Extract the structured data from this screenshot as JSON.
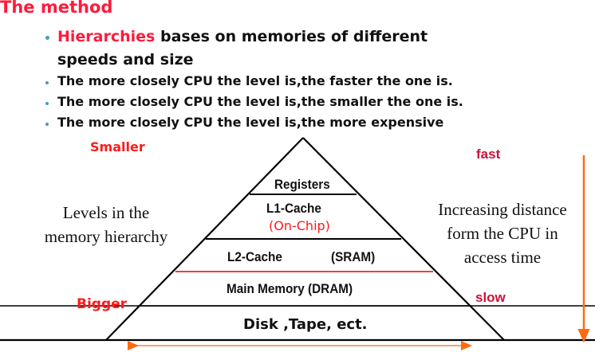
{
  "title": "The method",
  "bullets": {
    "main": {
      "highlight": "Hierarchies",
      "rest_line1": " bases on memories of different",
      "line2": "speeds and size"
    },
    "sub": [
      "The more closely CPU the level is,the faster the one is.",
      "The more closely CPU the level is,the smaller the one is.",
      "The more closely CPU the level is,the more  expensive"
    ]
  },
  "diagram": {
    "top_label": "Smaller",
    "bottom_label": "Bigger",
    "speed_top": "fast",
    "speed_bottom": "slow",
    "left_caption": [
      "Levels in the",
      "memory hierarchy"
    ],
    "right_caption": [
      "Increasing distance",
      "form the CPU in",
      "access time"
    ],
    "levels": [
      {
        "name": "Registers"
      },
      {
        "name": "L1-Cache",
        "note": "(On-Chip)"
      },
      {
        "name": "L2-Cache",
        "note": "(SRAM)"
      },
      {
        "name": "Main Memory (DRAM)"
      },
      {
        "name": "Disk ,Tape, ect."
      }
    ],
    "colors": {
      "accent_red": "#ff1a3c",
      "speed_red": "#d0103a",
      "arrow_orange": "#ff6a10",
      "arrow_light_orange": "#f7a072",
      "bullet_blue": "#4a9ab8"
    }
  }
}
